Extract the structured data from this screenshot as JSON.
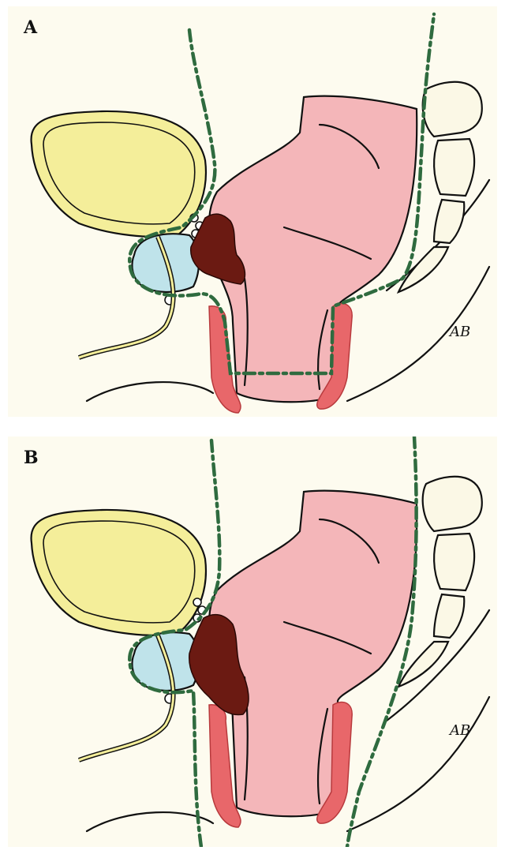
{
  "panels": [
    {
      "label": "A",
      "signature": "AB"
    },
    {
      "label": "B",
      "signature": "AB"
    }
  ],
  "colors": {
    "background": "#fdfbef",
    "bladder": "#f4ee9a",
    "prostate": "#bfe3ea",
    "rectum": "#f4b6b9",
    "tumor": "#6b1a12",
    "levator_muscle": "#e8676a",
    "sacrum": "#fbf8e6",
    "dashed_margin": "#2f6b3f"
  }
}
